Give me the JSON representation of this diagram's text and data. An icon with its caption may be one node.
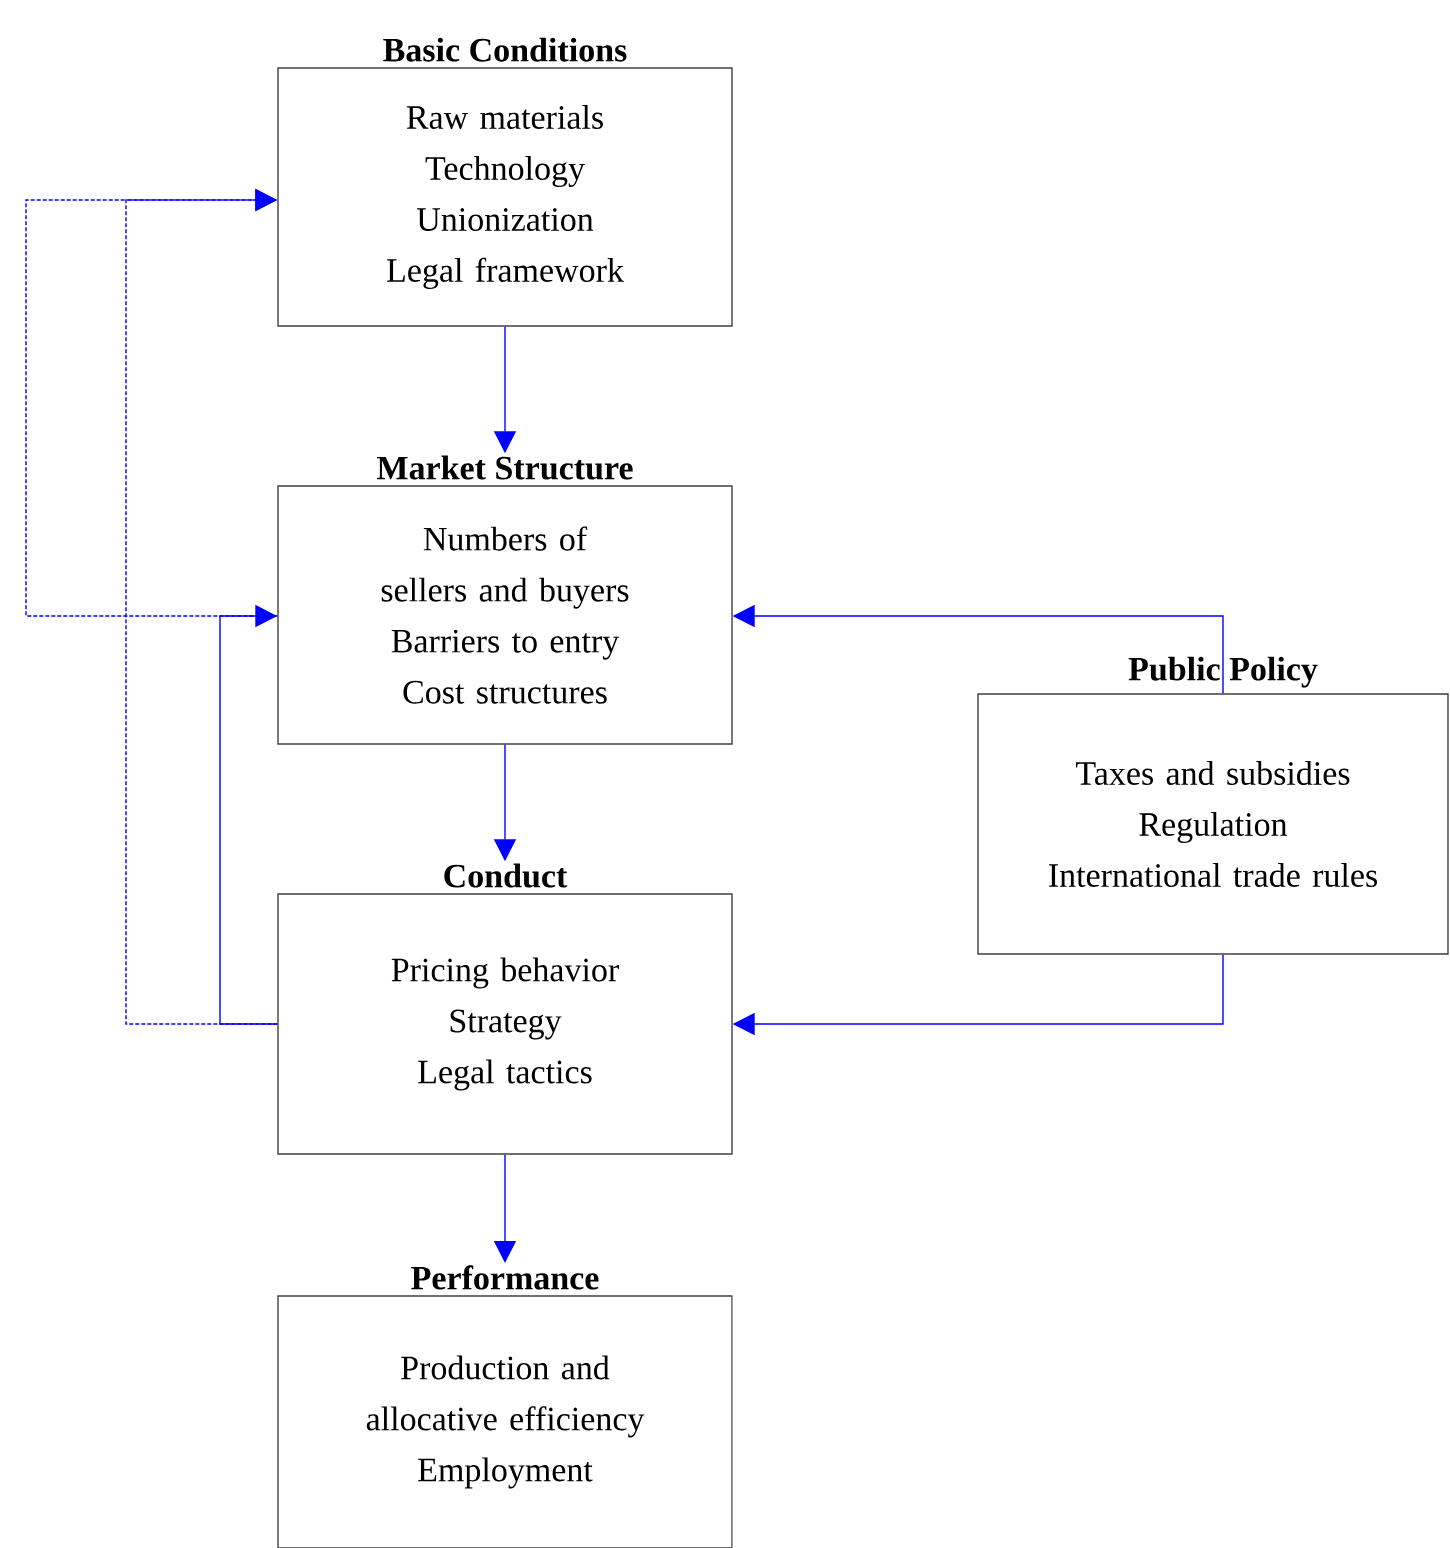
{
  "diagram": {
    "nodes": [
      {
        "text": [
          "Basic Conditions",
          "Raw materials",
          "Technology",
          "Unionization",
          "Legal framework"
        ]
      },
      {
        "text": [
          "Market Structure",
          "Numbers of sellers and buyers",
          "Barriers to entry",
          "Cost structures"
        ]
      },
      {
        "text": [
          "Conduct",
          "Pricing behavior",
          "Strategy",
          "Legal tactics"
        ]
      },
      {
        "text": [
          "Performance",
          "Production and allocative efficiency",
          "Employment"
        ]
      },
      {
        "text": [
          "Public Policy",
          "Taxes and subsidies",
          "Regulation",
          "International trade rules"
        ]
      }
    ],
    "edges": [
      {
        "from": 0,
        "to": 1,
        "arrow": "to"
      },
      {
        "from": 1,
        "to": 2,
        "arrow": "to"
      },
      {
        "from": 2,
        "to": 3,
        "arrow": "to"
      },
      {
        "from": 4,
        "to": 1,
        "arrow": "to"
      },
      {
        "from": 4,
        "to": 2,
        "arrow": "to"
      },
      {
        "from": 2,
        "to": 1,
        "arrow": "to"
      },
      {
        "from": 2,
        "to": 0,
        "arrow": "to",
        "style": "dashed"
      },
      {
        "from": 1,
        "to": 0,
        "arrow": "to",
        "style": "dashed"
      }
    ]
  }
}
